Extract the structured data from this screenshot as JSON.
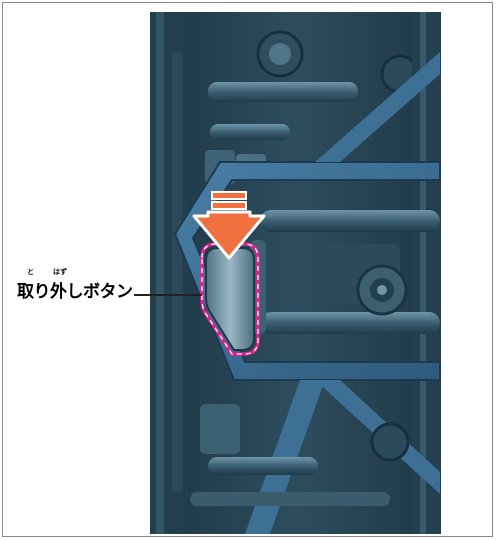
{
  "callout": {
    "label": "取り外しボタン",
    "ruby_to": "と",
    "ruby_hazu": "はず"
  },
  "colors": {
    "background": "#ffffff",
    "frame_border": "#8a8a8a",
    "arrow": "#f07040",
    "highlight_outline": "#e0208c",
    "machine_base": "#2c4a5a",
    "machine_light": "#5a8497",
    "machine_frame": "#3a6d95"
  },
  "icons": {
    "arrow": "down-arrow-icon",
    "highlight": "dashed-outline-highlight"
  }
}
